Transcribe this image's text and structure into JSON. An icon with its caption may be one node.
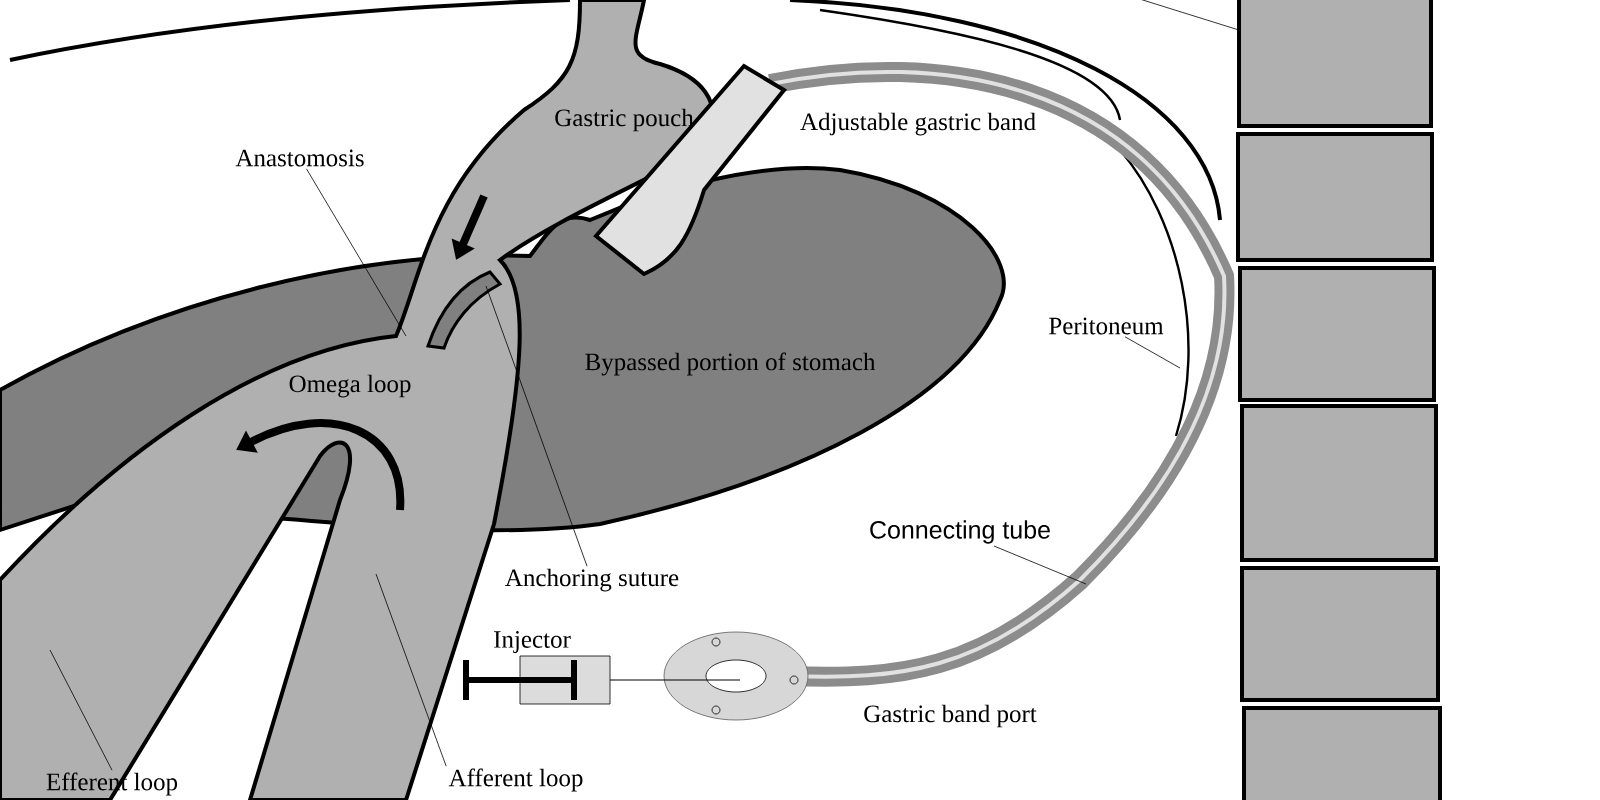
{
  "diagram": {
    "nodes": [
      {
        "text": [
          "Anastomosis"
        ]
      },
      {
        "text": [
          "Anchoring suture"
        ]
      },
      {
        "text": [
          "Peritoneum"
        ]
      },
      {
        "text": [
          "Connecting tube"
        ]
      },
      {
        "text": [
          "Efferent loop"
        ]
      },
      {
        "text": [
          "Afferent loop"
        ]
      },
      {
        "text": [],
        "shape": "box"
      }
    ],
    "edges": [
      {
        "from": 0,
        "to": null,
        "arrow": "none"
      },
      {
        "from": 1,
        "to": null,
        "arrow": "none"
      },
      {
        "from": 2,
        "to": null,
        "arrow": "none"
      },
      {
        "from": 3,
        "to": null,
        "arrow": "none"
      },
      {
        "from": 4,
        "to": null,
        "arrow": "none"
      },
      {
        "from": 5,
        "to": null,
        "arrow": "none"
      },
      {
        "from": null,
        "to": 6,
        "arrow": "none"
      }
    ],
    "labels": [
      "Gastric pouch",
      "Adjustable gastric band",
      "Omega loop",
      "Bypassed portion of stomach",
      "Injector",
      "Gastric band port"
    ]
  }
}
